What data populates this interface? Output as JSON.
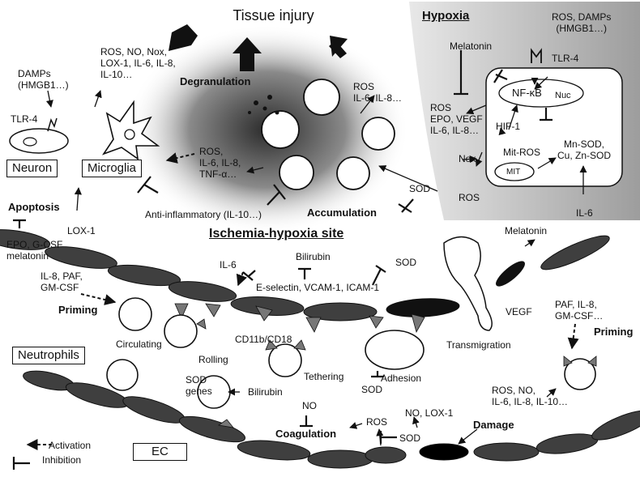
{
  "header": {
    "tissue_injury": "Tissue injury",
    "hypoxia": "Hypoxia",
    "ischemia_site": "Ischemia-hypoxia site"
  },
  "boxes": {
    "neuron": "Neuron",
    "microglia": "Microglia",
    "neutrophils": "Neutrophils",
    "ec": "EC"
  },
  "hypoxia_panel": {
    "ros_damps": "ROS, DAMPs\n(HMGB1…)",
    "melatonin": "Melatonin",
    "tlr4": "TLR-4",
    "nfkb": "NF-κB",
    "nuc": "Nuc",
    "ros_epo": "ROS\nEPO, VEGF\nIL-6, IL-8…",
    "hif1": "HIF-1",
    "mit_ros": "Mit-ROS",
    "mn_sod": "Mn-SOD,\nCu, Zn-SOD",
    "nox": "Nox",
    "ros": "ROS",
    "mit": "MIT",
    "il6": "IL-6"
  },
  "left": {
    "damps": "DAMPs\n(HMGB1…)",
    "tlr4": "TLR-4",
    "microglia_out": "ROS, NO, Nox,\nLOX-1, IL-6, IL-8,\nIL-10…",
    "apoptosis": "Apoptosis",
    "lox1": "LOX-1",
    "epo": "EPO, G-CSF\nmelatonin",
    "degranulation": "Degranulation",
    "ros_il6": "ROS\nIL-6, IL-8…",
    "ros_tnf": "ROS,\nIL-6, IL-8,\nTNF-α…",
    "anti_inflammatory": "Anti-inflammatory (IL-10…)",
    "accumulation": "Accumulation",
    "sod_top": "SOD"
  },
  "vessel": {
    "il8_paf": "IL-8, PAF,\nGM-CSF",
    "priming_left": "Priming",
    "il6": "IL-6",
    "bilirubin_top": "Bilirubin",
    "sod_mid": "SOD",
    "selectin": "E-selectin, VCAM-1, ICAM-1",
    "cd11b": "CD11b/CD18",
    "circulating": "Circulating",
    "rolling": "Rolling",
    "tethering": "Tethering",
    "adhesion": "Adhesion",
    "sod_adh": "SOD",
    "transmigration": "Transmigration",
    "melatonin_r": "Melatonin",
    "vegf": "VEGF",
    "paf_r": "PAF, IL-8,\nGM-CSF…",
    "priming_right": "Priming",
    "sod_genes": "SOD\ngenes",
    "bilirubin_low": "Bilirubin",
    "no": "NO",
    "coagulation": "Coagulation",
    "ros_low": "ROS",
    "sod_low": "SOD",
    "no_lox": "NO, LOX-1",
    "damage": "Damage",
    "damage_out": "ROS, NO,\nIL-6, IL-8, IL-10…"
  },
  "legend": {
    "activation": "Activation",
    "inhibition": "Inhibition"
  },
  "colors": {
    "cell_dark": "#3f3f3f",
    "panel_gray": "#b9b9b9",
    "black": "#111111"
  }
}
